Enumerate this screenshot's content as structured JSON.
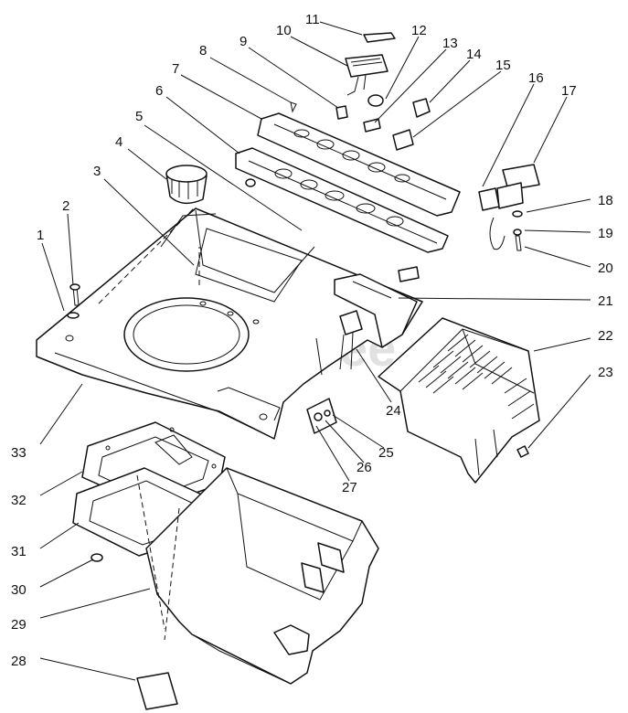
{
  "watermark": "PartsTree",
  "callouts": [
    {
      "label": "1"
    },
    {
      "label": "2"
    },
    {
      "label": "3"
    },
    {
      "label": "4"
    },
    {
      "label": "5"
    },
    {
      "label": "6"
    },
    {
      "label": "7"
    },
    {
      "label": "8"
    },
    {
      "label": "9"
    },
    {
      "label": "10"
    },
    {
      "label": "11"
    },
    {
      "label": "12"
    },
    {
      "label": "13"
    },
    {
      "label": "14"
    },
    {
      "label": "15"
    },
    {
      "label": "16"
    },
    {
      "label": "17"
    },
    {
      "label": "18"
    },
    {
      "label": "19"
    },
    {
      "label": "20"
    },
    {
      "label": "21"
    },
    {
      "label": "22"
    },
    {
      "label": "23"
    },
    {
      "label": "24"
    },
    {
      "label": "25"
    },
    {
      "label": "26"
    },
    {
      "label": "27"
    },
    {
      "label": "28"
    },
    {
      "label": "29"
    },
    {
      "label": "30"
    },
    {
      "label": "31"
    },
    {
      "label": "32"
    },
    {
      "label": "33"
    }
  ]
}
